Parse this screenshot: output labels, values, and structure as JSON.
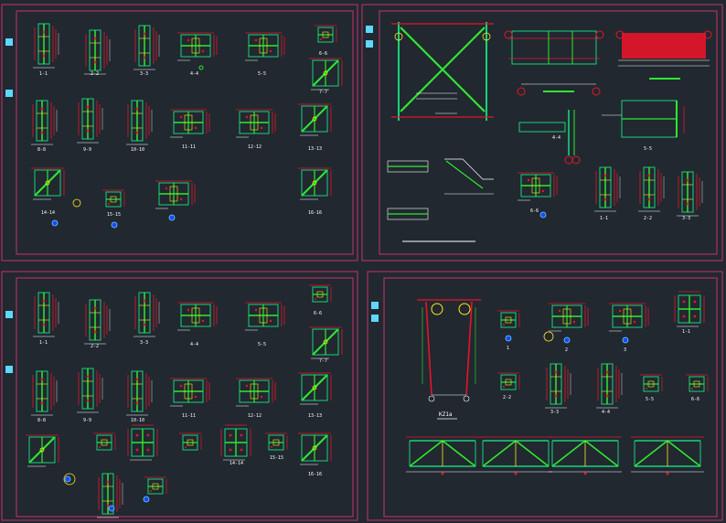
{
  "colors": {
    "background": "#212830",
    "frame": "#c8326e",
    "beam": "#19d27a",
    "member": "#2fe82f",
    "dimension": "#e8142a",
    "annotation": "#ffffff",
    "highlight": "#ffe81e",
    "accent": "#1e46ff",
    "tag_fill": "#5fd7ff"
  },
  "sheets": [
    {
      "id": "tl",
      "labels": [
        "1-1",
        "2-2",
        "3-3",
        "4-4",
        "5-5",
        "6-6",
        "7-7",
        "8-8",
        "9-9",
        "10-10",
        "11-11",
        "12-12",
        "13-13",
        "14-14",
        "15-15",
        "16-16"
      ]
    },
    {
      "id": "tr",
      "labels": [
        "1-1",
        "2-2",
        "3-3",
        "4-4",
        "5-5",
        "6-6"
      ]
    },
    {
      "id": "bl",
      "labels": [
        "1-1",
        "2-2",
        "3-3",
        "4-4",
        "5-5",
        "6-6",
        "7-7",
        "8-8",
        "9-9",
        "10-10",
        "11-11",
        "12-12",
        "13-13",
        "14-14",
        "15-15",
        "16-16"
      ]
    },
    {
      "id": "br",
      "labels": [
        "KZ1a",
        "1",
        "2",
        "3",
        "1-1",
        "2-2",
        "3-3",
        "4-4",
        "5-5",
        "6-6"
      ]
    }
  ]
}
